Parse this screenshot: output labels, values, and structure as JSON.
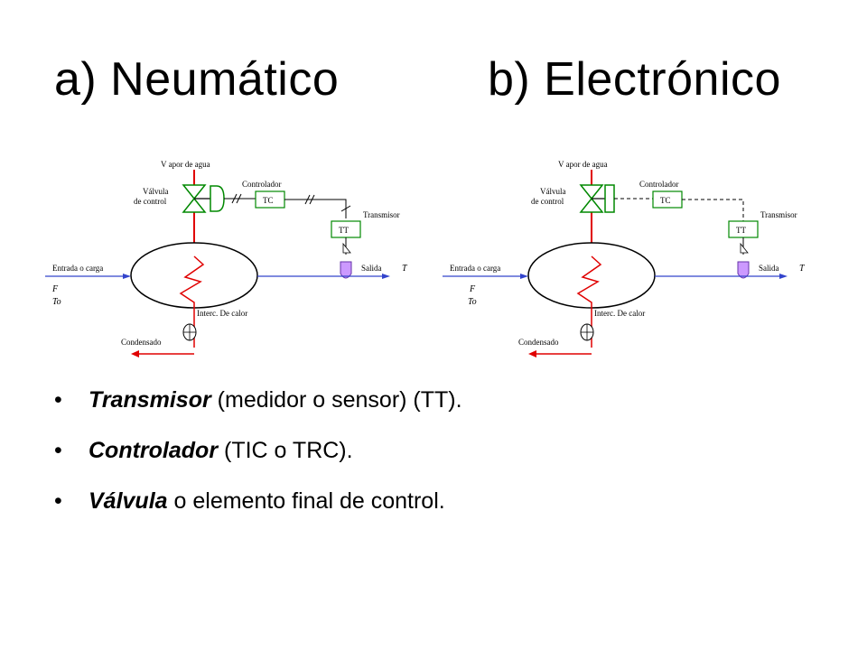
{
  "titles": {
    "a": "a) Neumático",
    "b": "b) Electrónico"
  },
  "diagram_labels": {
    "vapor": "V apor de  agua",
    "valvula_1": "Válvula",
    "valvula_2": "de control",
    "controlador": "Controlador",
    "tc": "TC",
    "transmisor": "Transmisor",
    "tt": "TT",
    "entrada": "Entrada o carga",
    "f": "F",
    "t0": "To",
    "salida": "Salida",
    "t": "T",
    "interc": "Interc. De calor",
    "condensado": "Condensado"
  },
  "bullets": [
    {
      "term": "Transmisor",
      "rest": " (medidor o sensor) (TT)."
    },
    {
      "term": "Controlador",
      "rest": " (TIC o TRC)."
    },
    {
      "term": "Válvula",
      "rest": " o elemento final de control."
    }
  ],
  "bullet_symbol": "•",
  "colors": {
    "steam_line": "#e00000",
    "process_line": "#3344cc",
    "sensor_fill": "#cc99ff",
    "text": "#000000"
  }
}
